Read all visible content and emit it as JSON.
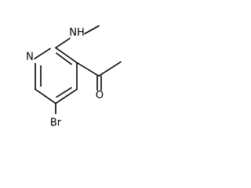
{
  "molecule": {
    "atoms": {
      "n_ring": "N",
      "n_amine": "NH",
      "oxygen": "O",
      "bromine": "Br"
    },
    "colors": {
      "bond": "#000000",
      "label": "#000000",
      "background": "#ffffff"
    }
  }
}
